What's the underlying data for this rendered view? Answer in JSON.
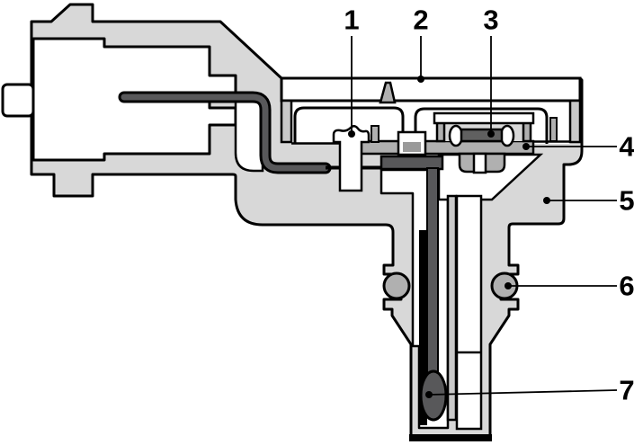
{
  "callouts": [
    {
      "label": "1"
    },
    {
      "label": "2"
    },
    {
      "label": "3"
    },
    {
      "label": "4"
    },
    {
      "label": "5"
    },
    {
      "label": "6"
    },
    {
      "label": "7"
    }
  ],
  "palette": {
    "background": "#ffffff",
    "outline": "#000000",
    "body_gray": "#d8d8d8",
    "component_gray": "#b0b0b0",
    "lip_gray": "#c9c9c9",
    "conductor_dark_gray": "#58585a",
    "sensor_element_gray": "#606060"
  }
}
